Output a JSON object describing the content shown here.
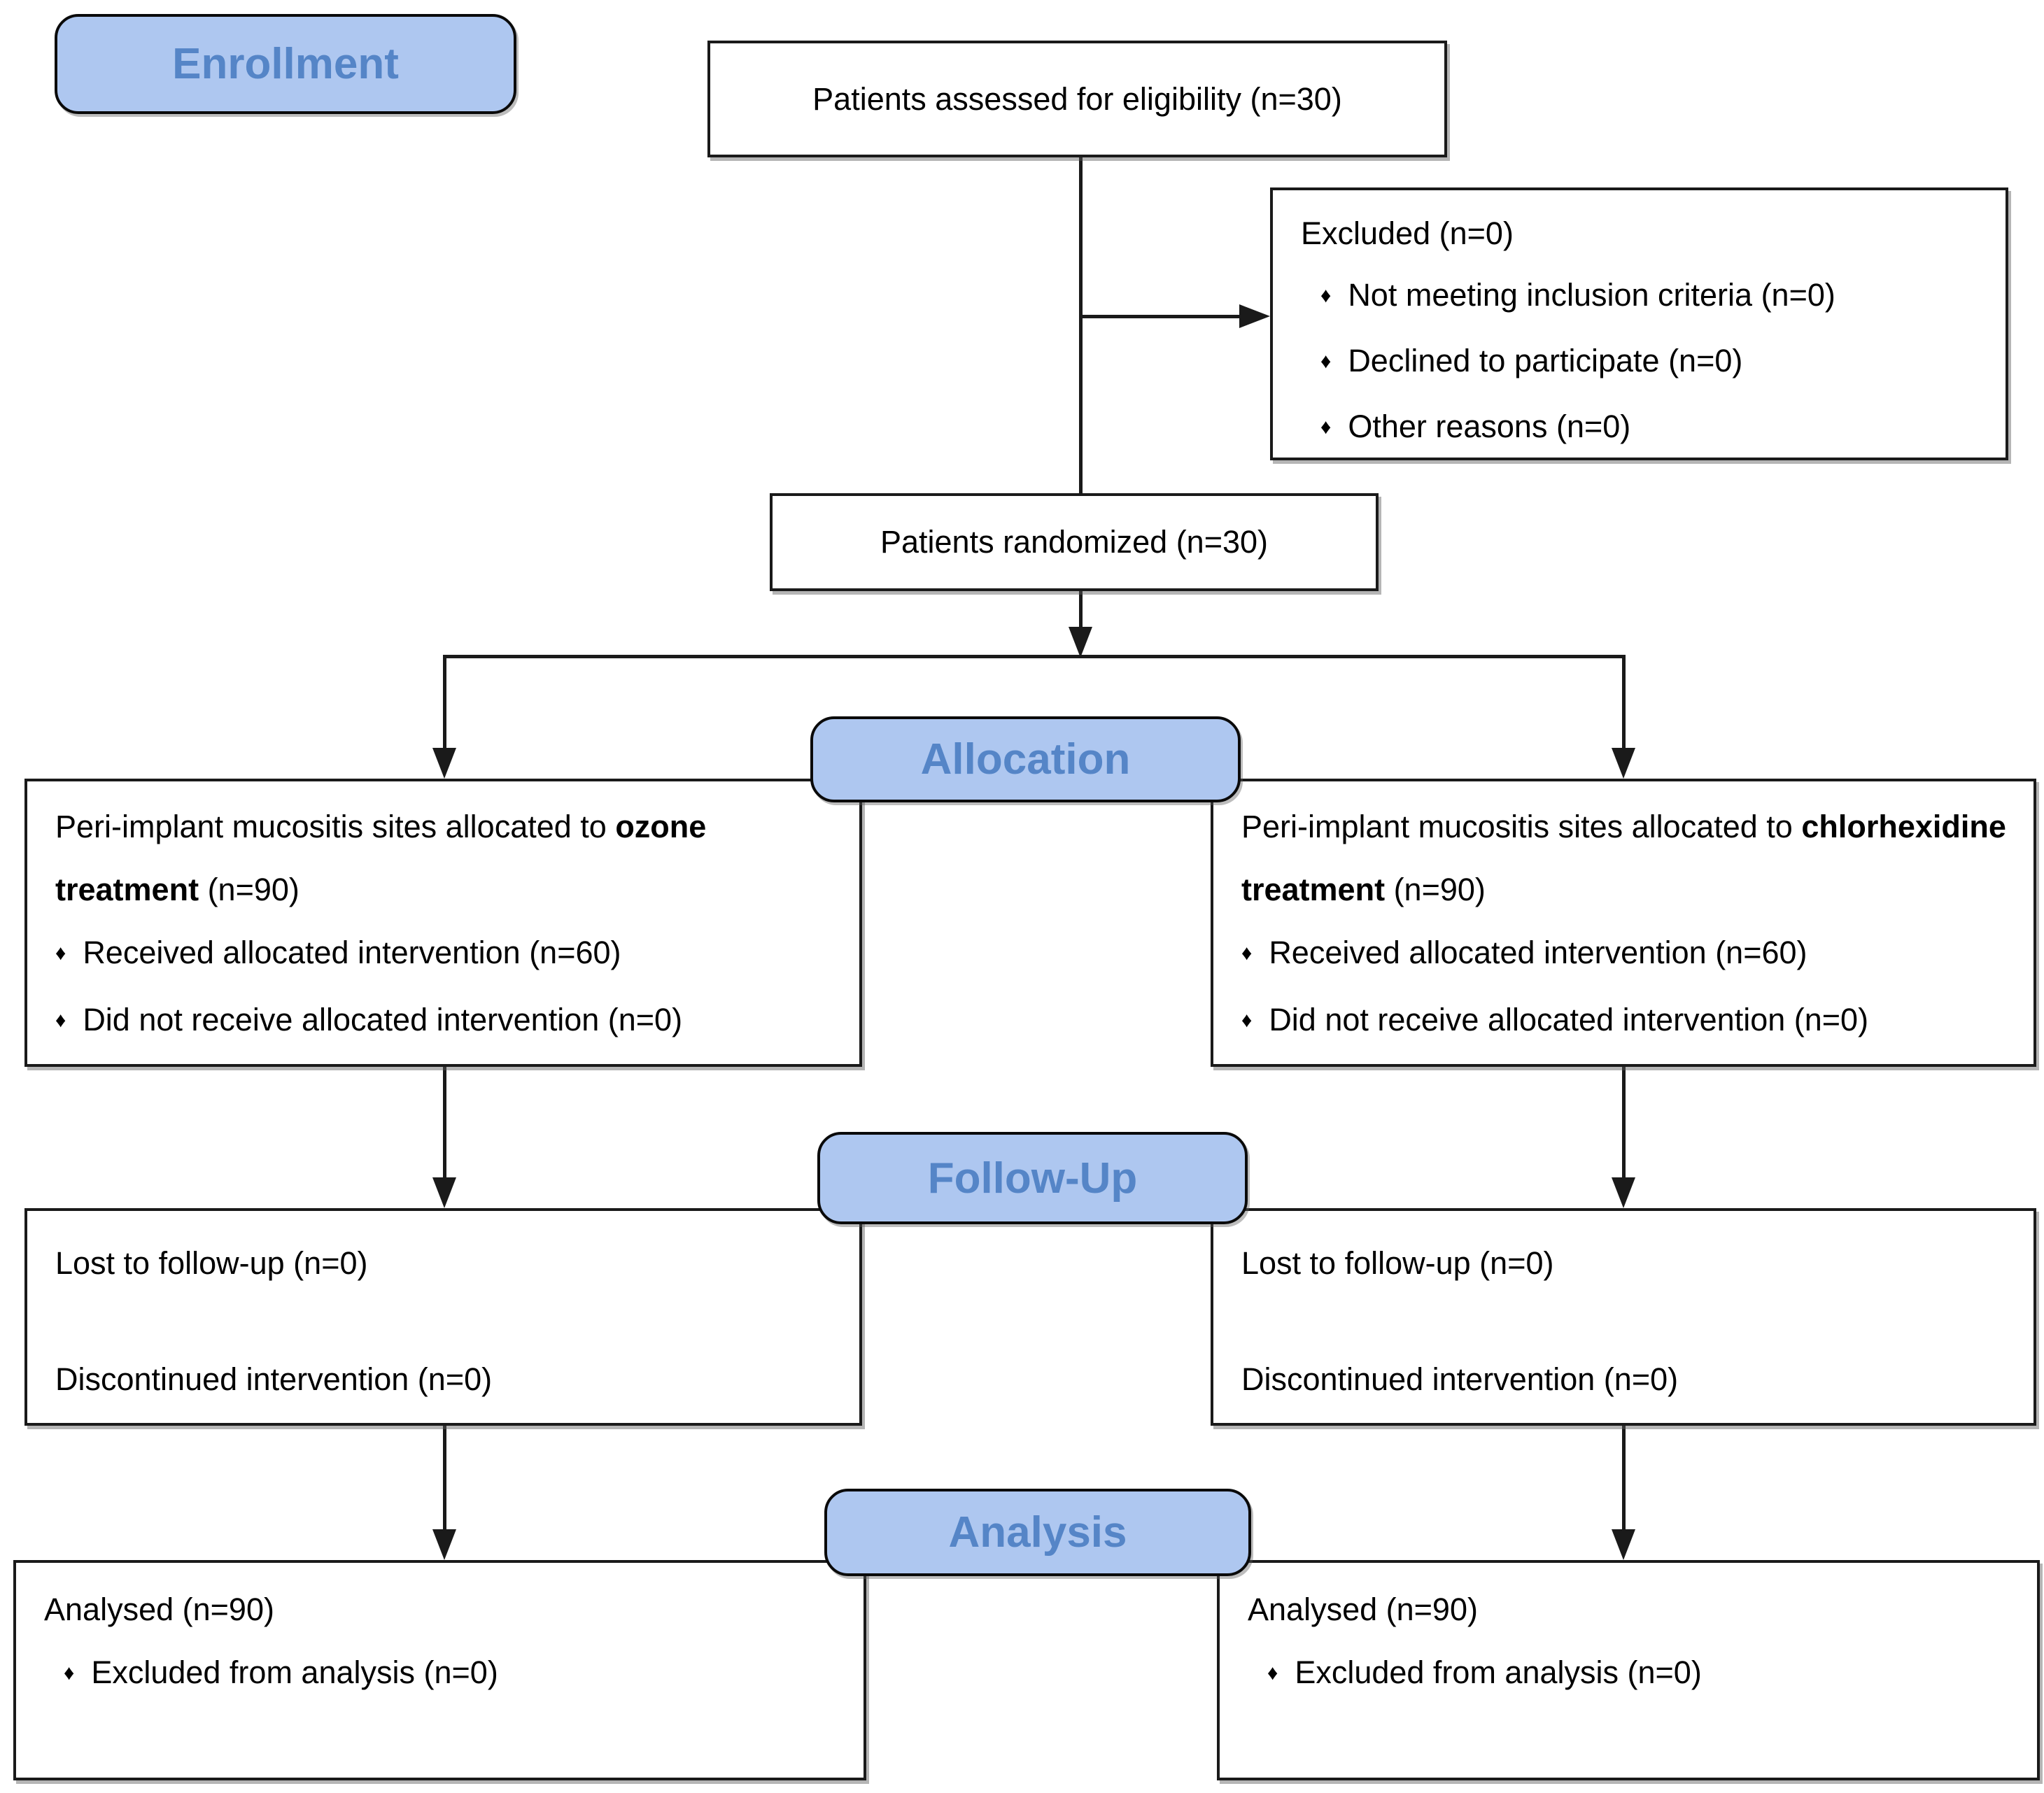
{
  "diagram_type": "CONSORT participant flow diagram",
  "bullet_glyph": "♦",
  "colors": {
    "pill_fill": "#AEC7F0",
    "pill_text": "#5585C7",
    "pill_border": "#0a0a0a",
    "box_border": "#1a1a1a",
    "box_fill": "#ffffff",
    "text": "#000000",
    "background": "#ffffff"
  },
  "stages": {
    "enrollment_label": "Enrollment",
    "allocation_label": "Allocation",
    "followup_label": "Follow-Up",
    "analysis_label": "Analysis"
  },
  "boxes": {
    "eligibility": {
      "text": "Patients assessed for eligibility (n=30)"
    },
    "excluded": {
      "title": "Excluded (n=0)",
      "bullets": [
        "Not meeting inclusion criteria (n=0)",
        "Declined to participate (n=0)",
        "Other reasons (n=0)"
      ]
    },
    "randomized": {
      "text": "Patients randomized (n=30)"
    },
    "alloc_left": {
      "intro": "Peri-implant mucositis sites allocated to ",
      "bold": "ozone treatment",
      "suffix": " (n=90)",
      "bullets": [
        "Received allocated intervention (n=60)",
        "Did not receive allocated intervention (n=0)"
      ]
    },
    "alloc_right": {
      "intro": "Peri-implant mucositis sites allocated to ",
      "bold": "chlorhexidine treatment",
      "suffix": " (n=90)",
      "bullets": [
        "Received allocated intervention (n=60)",
        "Did not receive allocated intervention (n=0)"
      ]
    },
    "fu_left": {
      "line1": "Lost to follow-up (n=0)",
      "line2": "Discontinued intervention (n=0)"
    },
    "fu_right": {
      "line1": "Lost to follow-up (n=0)",
      "line2": "Discontinued intervention (n=0)"
    },
    "an_left": {
      "title": "Analysed (n=90)",
      "bullets": [
        "Excluded from analysis (n=0)"
      ]
    },
    "an_right": {
      "title": "Analysed (n=90)",
      "bullets": [
        "Excluded from analysis (n=0)"
      ]
    }
  }
}
